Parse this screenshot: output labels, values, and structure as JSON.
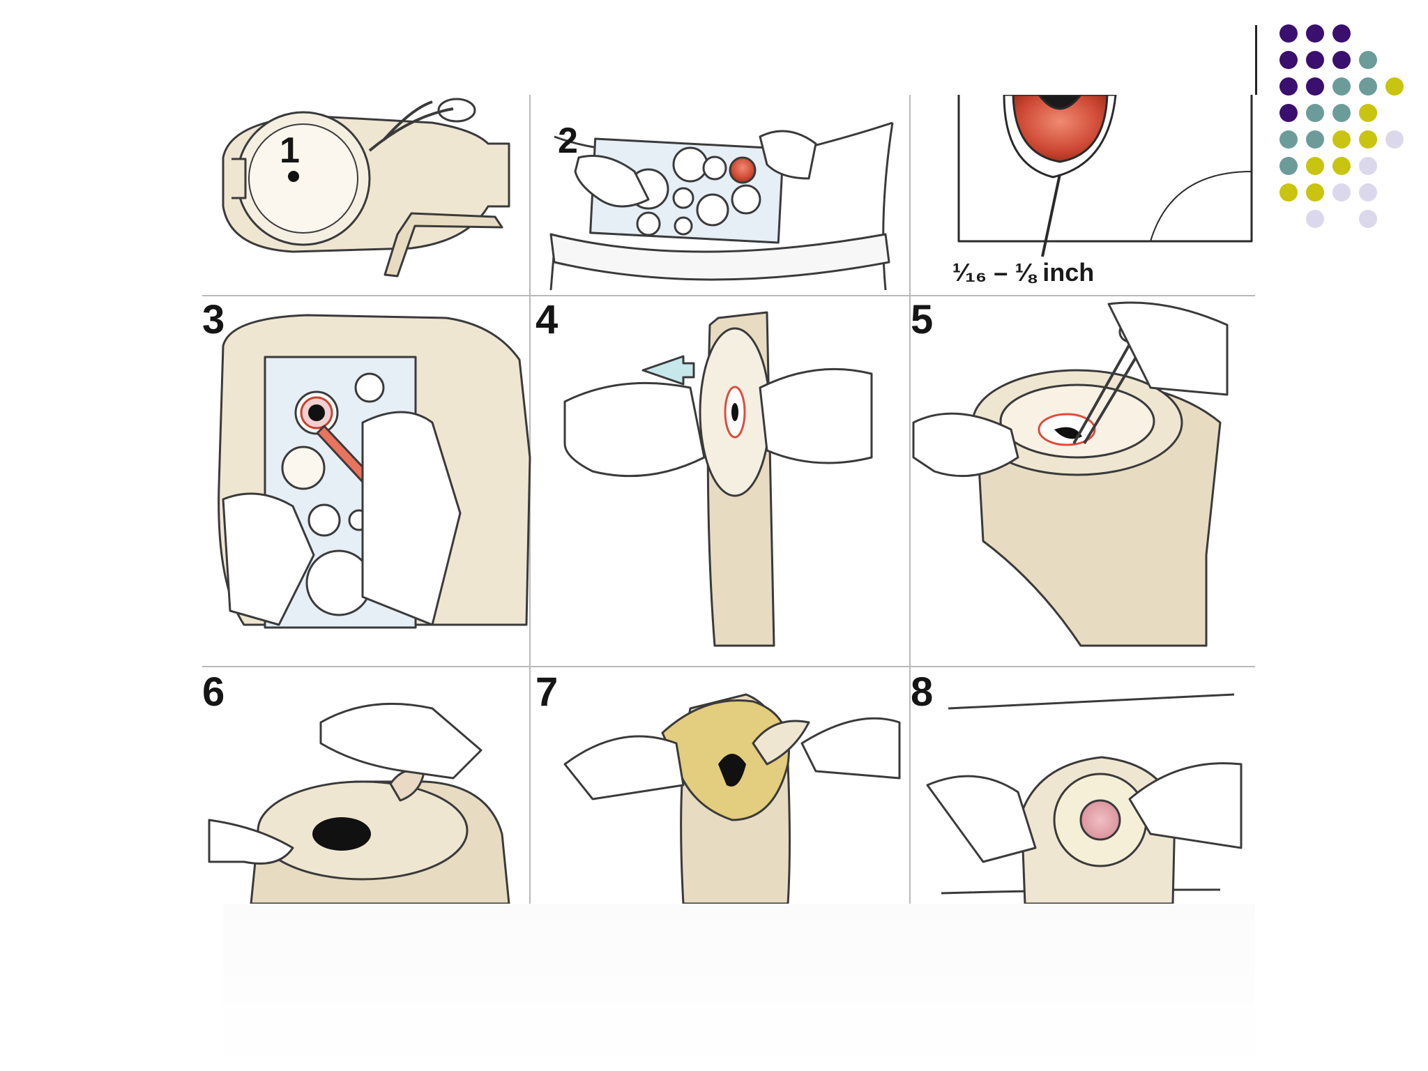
{
  "palette": {
    "purple": "#3a0f6e",
    "teal": "#6b9c9a",
    "olive": "#c8c40f",
    "lavender": "#dcd8ec",
    "skin": "#efe6d2",
    "tan": "#e7dcc2",
    "stoma_red": "#c9432f",
    "ink": "#151515",
    "mark_red": "#e14b3c",
    "arrow_blue": "#c7e8ea"
  },
  "decoration": {
    "dot_rows": [
      [
        "purple",
        "purple",
        "purple"
      ],
      [
        "purple",
        "purple",
        "purple",
        "teal"
      ],
      [
        "purple",
        "purple",
        "teal",
        "teal",
        "olive"
      ],
      [
        "purple",
        "teal",
        "teal",
        "olive"
      ],
      [
        "teal",
        "teal",
        "olive",
        "olive",
        "lavender"
      ],
      [
        "teal",
        "olive",
        "olive",
        "lavender"
      ],
      [
        "olive",
        "olive",
        "lavender",
        "lavender"
      ],
      [
        "lavender",
        "lavender"
      ]
    ]
  },
  "figure": {
    "panels": [
      {
        "label": "1"
      },
      {
        "label": "2"
      },
      {
        "label": "3"
      },
      {
        "label": "4"
      },
      {
        "label": "5"
      },
      {
        "label": "6"
      },
      {
        "label": "7"
      },
      {
        "label": "8"
      }
    ],
    "measurement_label": "¹⁄₁₆ – ⅛ inch"
  }
}
